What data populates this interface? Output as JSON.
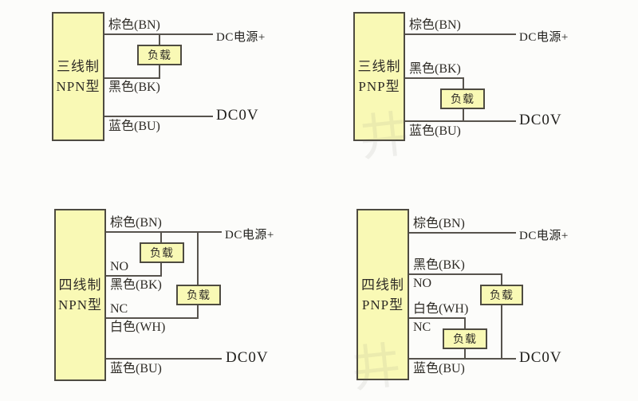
{
  "colors": {
    "background": "#fcfcfa",
    "box_fill": "#f9f9b5",
    "box_border": "#4e4b41",
    "wire": "#57534d",
    "text": "#2e2b26"
  },
  "watermark": "井",
  "diagrams": [
    {
      "id": "three-wire-npn",
      "title1": "三线制",
      "title2": "NPN型",
      "load_labels": [
        "负载"
      ],
      "wires": [
        {
          "name": "brown",
          "above": "棕色(BN)",
          "terminal": "DC电源+"
        },
        {
          "name": "black",
          "below": "黑色(BK)"
        },
        {
          "name": "blue",
          "below": "蓝色(BU)",
          "terminal": "DC0V"
        }
      ]
    },
    {
      "id": "three-wire-pnp",
      "title1": "三线制",
      "title2": "PNP型",
      "load_labels": [
        "负载"
      ],
      "wires": [
        {
          "name": "brown",
          "above": "棕色(BN)",
          "terminal": "DC电源+"
        },
        {
          "name": "black",
          "above": "黑色(BK)"
        },
        {
          "name": "blue",
          "below": "蓝色(BU)",
          "terminal": "DC0V"
        }
      ]
    },
    {
      "id": "four-wire-npn",
      "title1": "四线制",
      "title2": "NPN型",
      "load_labels": [
        "负载",
        "负载"
      ],
      "wires": [
        {
          "name": "brown",
          "above": "棕色(BN)",
          "terminal": "DC电源+"
        },
        {
          "name": "black",
          "above": "NO",
          "below": "黑色(BK)"
        },
        {
          "name": "white",
          "above": "NC",
          "below": "白色(WH)"
        },
        {
          "name": "blue",
          "below": "蓝色(BU)",
          "terminal": "DC0V"
        }
      ]
    },
    {
      "id": "four-wire-pnp",
      "title1": "四线制",
      "title2": "PNP型",
      "load_labels": [
        "负载",
        "负载"
      ],
      "wires": [
        {
          "name": "brown",
          "above": "棕色(BN)",
          "terminal": "DC电源+"
        },
        {
          "name": "black",
          "above": "黑色(BK)",
          "below": "NO"
        },
        {
          "name": "white",
          "above": "白色(WH)",
          "below": "NC"
        },
        {
          "name": "blue",
          "below": "蓝色(BU)",
          "terminal": "DC0V"
        }
      ]
    }
  ]
}
